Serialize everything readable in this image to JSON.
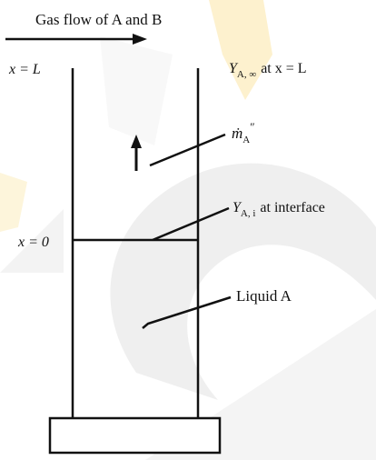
{
  "diagram": {
    "gas_flow_label": "Gas flow of A and B",
    "top_position_label": "x = L",
    "interface_position_label": "x = 0",
    "top_mass_fraction": {
      "symbol": "Y",
      "subscript": "A, ∞",
      "suffix": "at x = L"
    },
    "mass_flux": {
      "symbol": "ṁ",
      "subscript": "A",
      "superscript": "″"
    },
    "interface_mass_fraction": {
      "symbol": "Y",
      "subscript": "A, i",
      "suffix": "at interface"
    },
    "liquid_label": "Liquid A"
  },
  "colors": {
    "ink": "#111111",
    "background": "#ffffff",
    "watermark_gray": "#e9e9e9",
    "watermark_yellow": "#fbe6a6",
    "watermark_light_yellow": "#fdf3d2"
  }
}
